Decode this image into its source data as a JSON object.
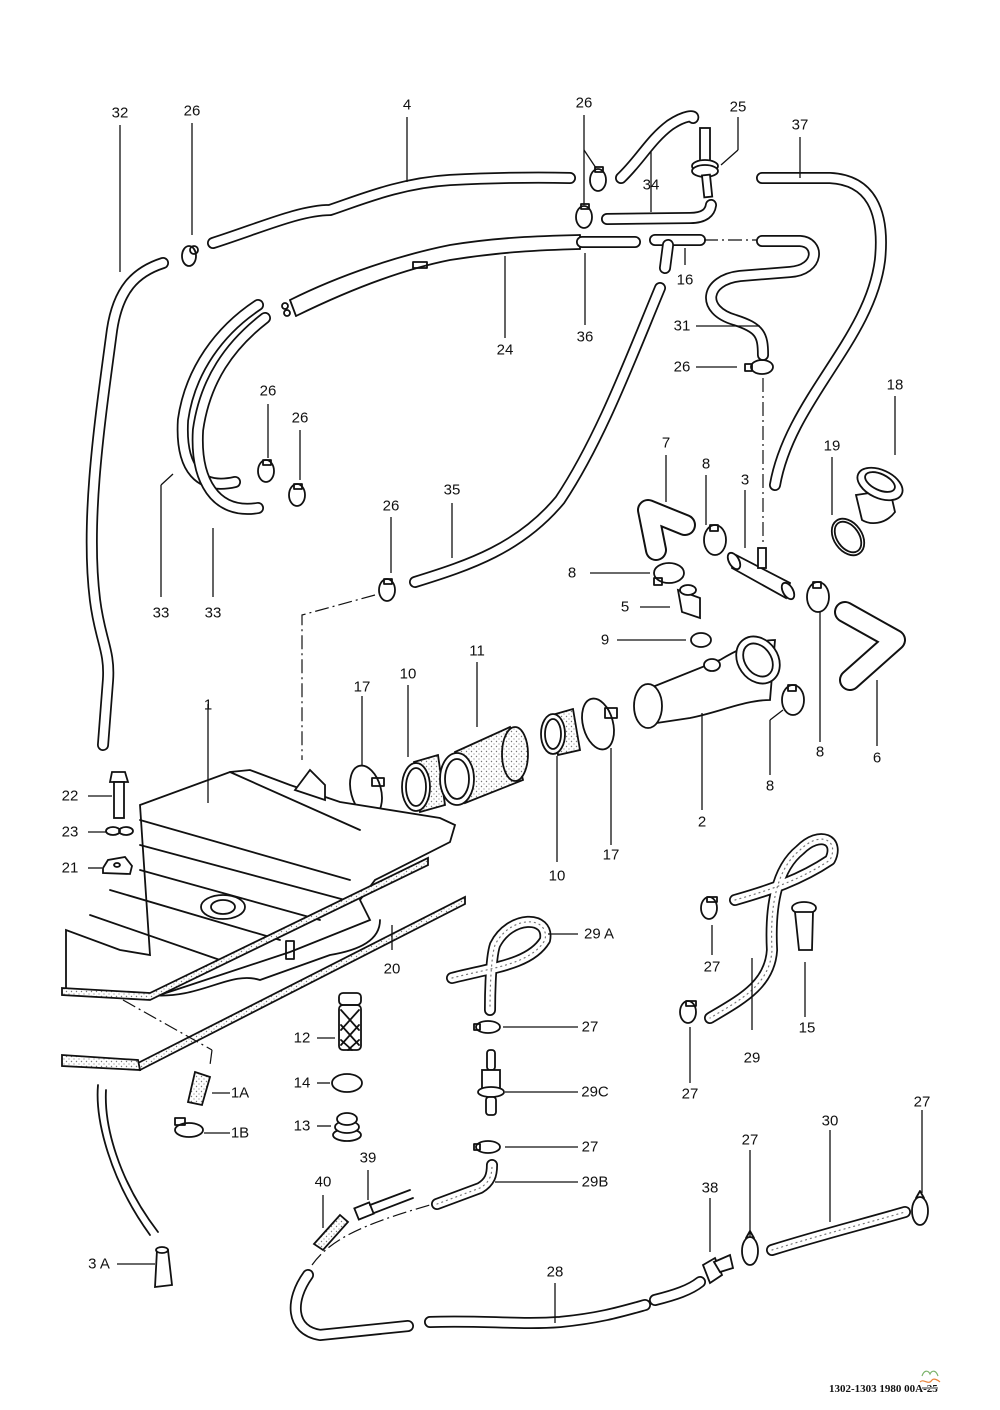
{
  "diagram": {
    "type": "exploded parts diagram",
    "subject": "fuel tank, filler neck and vent lines",
    "footer_code": "1302-1303 1980 00A-25",
    "logo_icon": "watermark-logo-icon"
  },
  "labels": [
    {
      "id": "32"
    },
    {
      "id": "26a"
    },
    {
      "id": "4"
    },
    {
      "id": "26b"
    },
    {
      "id": "25"
    },
    {
      "id": "37"
    },
    {
      "id": "34"
    },
    {
      "id": "16"
    },
    {
      "id": "36"
    },
    {
      "id": "24"
    },
    {
      "id": "31"
    },
    {
      "id": "26c"
    },
    {
      "id": "18"
    },
    {
      "id": "19"
    },
    {
      "id": "7"
    },
    {
      "id": "8a"
    },
    {
      "id": "3"
    },
    {
      "id": "26d"
    },
    {
      "id": "26e"
    },
    {
      "id": "33a"
    },
    {
      "id": "33b"
    },
    {
      "id": "26f"
    },
    {
      "id": "35"
    },
    {
      "id": "8b"
    },
    {
      "id": "5"
    },
    {
      "id": "9"
    },
    {
      "id": "1"
    },
    {
      "id": "17a"
    },
    {
      "id": "10a"
    },
    {
      "id": "11"
    },
    {
      "id": "10b"
    },
    {
      "id": "17b"
    },
    {
      "id": "2"
    },
    {
      "id": "8c"
    },
    {
      "id": "8d"
    },
    {
      "id": "6"
    },
    {
      "id": "22"
    },
    {
      "id": "23"
    },
    {
      "id": "21"
    },
    {
      "id": "20"
    },
    {
      "id": "29A"
    },
    {
      "id": "27a"
    },
    {
      "id": "29C"
    },
    {
      "id": "27b"
    },
    {
      "id": "29B"
    },
    {
      "id": "12"
    },
    {
      "id": "14"
    },
    {
      "id": "13"
    },
    {
      "id": "1A"
    },
    {
      "id": "1B"
    },
    {
      "id": "3A"
    },
    {
      "id": "27c"
    },
    {
      "id": "27d"
    },
    {
      "id": "29"
    },
    {
      "id": "15"
    },
    {
      "id": "39"
    },
    {
      "id": "40"
    },
    {
      "id": "28"
    },
    {
      "id": "38"
    },
    {
      "id": "27e"
    },
    {
      "id": "30"
    },
    {
      "id": "27f"
    }
  ],
  "callouts": {
    "l32": "32",
    "l26a": "26",
    "l4": "4",
    "l26b": "26",
    "l25": "25",
    "l37": "37",
    "l34": "34",
    "l16": "16",
    "l36": "36",
    "l24": "24",
    "l31": "31",
    "l26c": "26",
    "l18": "18",
    "l19": "19",
    "l7": "7",
    "l8a": "8",
    "l3": "3",
    "l26d": "26",
    "l26e": "26",
    "l33a": "33",
    "l33b": "33",
    "l26f": "26",
    "l35": "35",
    "l8b": "8",
    "l5": "5",
    "l9": "9",
    "l1": "1",
    "l17a": "17",
    "l10a": "10",
    "l11": "11",
    "l10b": "10",
    "l17b": "17",
    "l2": "2",
    "l8c": "8",
    "l8d": "8",
    "l6": "6",
    "l22": "22",
    "l23": "23",
    "l21": "21",
    "l20": "20",
    "l29A": "29 A",
    "l27a": "27",
    "l29C": "29C",
    "l27b": "27",
    "l29B": "29B",
    "l12": "12",
    "l14": "14",
    "l13": "13",
    "l1A": "1A",
    "l1B": "1B",
    "l3A": "3 A",
    "l27c": "27",
    "l27d": "27",
    "l29": "29",
    "l15": "15",
    "l39": "39",
    "l40": "40",
    "l28": "28",
    "l38": "38",
    "l27e": "27",
    "l30": "30",
    "l27f": "27"
  }
}
